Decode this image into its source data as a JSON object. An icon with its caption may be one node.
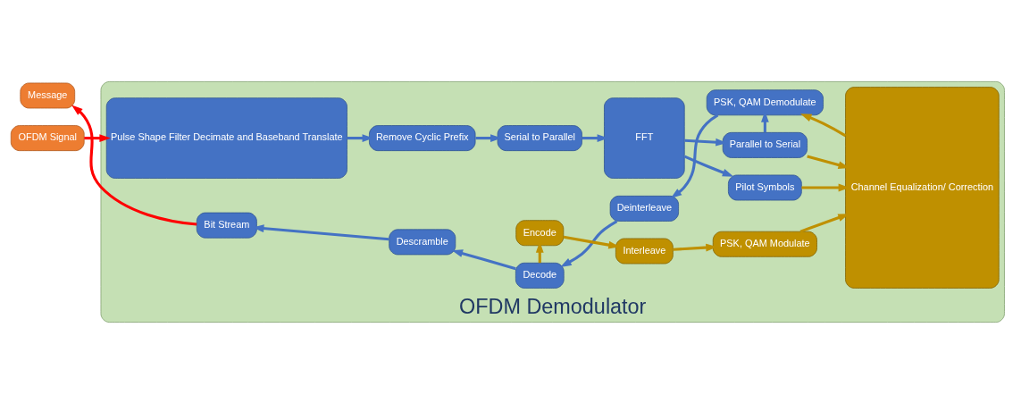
{
  "diagram": {
    "nodes": [
      {
        "text": [
          "OFDM Demodulator"
        ]
      },
      {
        "text": [
          "OFDM Signal"
        ]
      },
      {
        "text": [
          "Pulse Shape Filter Decimate and Baseband Translate"
        ],
        "in": 0
      },
      {
        "text": [
          "Remove Cyclic Prefix"
        ],
        "in": 0
      },
      {
        "text": [
          "Serial to Parallel"
        ],
        "in": 0
      },
      {
        "text": [
          "FFT"
        ],
        "in": 0
      },
      {
        "text": [
          "Pilot Symbols"
        ],
        "in": 0
      },
      {
        "text": [
          "Parallel to Serial"
        ],
        "in": 0
      },
      {
        "text": [
          "Channel Equalization/ Correction"
        ],
        "in": 0
      },
      {
        "text": [
          "Message"
        ]
      },
      {
        "text": [
          "Bit Stream"
        ],
        "in": 0
      },
      {
        "text": [
          "Descramble"
        ],
        "in": 0
      },
      {
        "text": [
          "Decode"
        ],
        "in": 0
      },
      {
        "text": [
          "Deinterleave"
        ],
        "in": 0
      },
      {
        "text": [
          "PSK, QAM Demodulate"
        ],
        "in": 0
      },
      {
        "text": [
          "Encode"
        ],
        "in": 0
      },
      {
        "text": [
          "Interleave"
        ],
        "in": 0
      },
      {
        "text": [
          "PSK, QAM Modulate"
        ],
        "in": 0
      }
    ],
    "edges": [
      {
        "from": 1,
        "to": 2,
        "arrow": "to",
        "color": "#ff0000"
      },
      {
        "from": 2,
        "to": 3,
        "arrow": "to"
      },
      {
        "from": 3,
        "to": 4,
        "arrow": "to"
      },
      {
        "from": 4,
        "to": 5,
        "arrow": "to"
      },
      {
        "from": 5,
        "to": 6,
        "arrow": "to"
      },
      {
        "from": 5,
        "to": 7,
        "arrow": "to"
      },
      {
        "from": 6,
        "to": 8,
        "arrow": "to",
        "color": "#bf9000"
      },
      {
        "from": 7,
        "to": 8,
        "arrow": "to",
        "color": "#bf9000"
      },
      {
        "from": 7,
        "to": 14,
        "arrow": "to"
      },
      {
        "from": 8,
        "to": 14,
        "arrow": "to",
        "color": "#bf9000"
      },
      {
        "from": 14,
        "to": 13,
        "arrow": "to"
      },
      {
        "from": 13,
        "to": 12,
        "arrow": "to"
      },
      {
        "from": 12,
        "to": 11,
        "arrow": "to"
      },
      {
        "from": 11,
        "to": 10,
        "arrow": "to"
      },
      {
        "from": 10,
        "to": 9,
        "arrow": "to",
        "color": "#ff0000"
      },
      {
        "from": 12,
        "to": 15,
        "arrow": "to",
        "color": "#bf9000"
      },
      {
        "from": 15,
        "to": 16,
        "arrow": "to",
        "color": "#bf9000"
      },
      {
        "from": 16,
        "to": 17,
        "arrow": "to",
        "color": "#bf9000"
      },
      {
        "from": 17,
        "to": 8,
        "arrow": "to",
        "color": "#bf9000"
      }
    ]
  }
}
